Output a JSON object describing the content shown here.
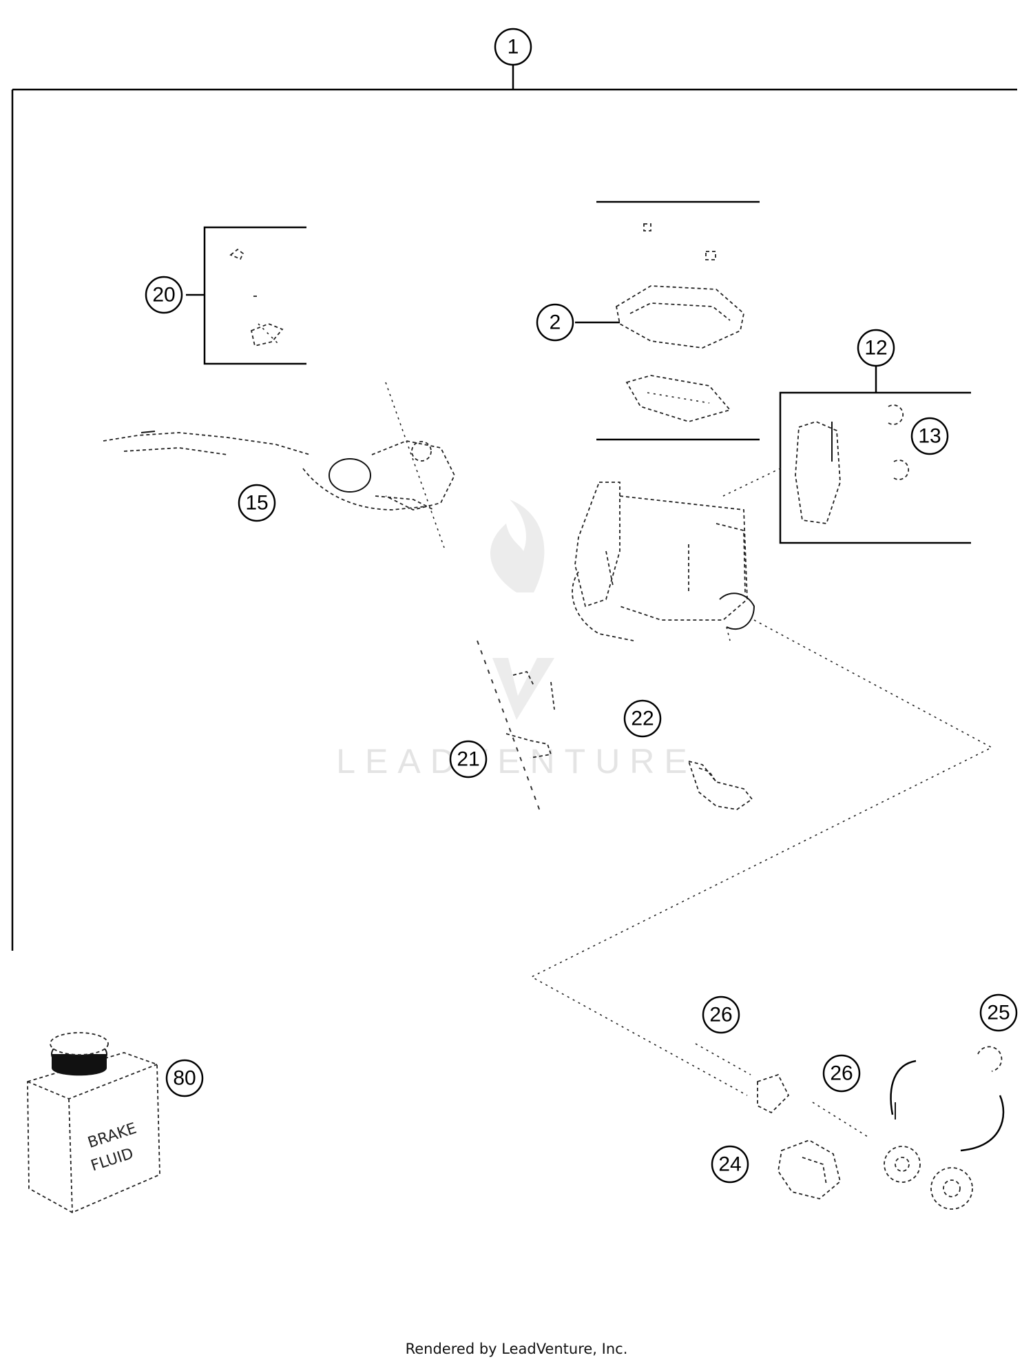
{
  "callouts": [
    {
      "id": "c1",
      "label": "1"
    },
    {
      "id": "c2",
      "label": "2"
    },
    {
      "id": "c12",
      "label": "12"
    },
    {
      "id": "c13",
      "label": "13"
    },
    {
      "id": "c15",
      "label": "15"
    },
    {
      "id": "c20",
      "label": "20"
    },
    {
      "id": "c21",
      "label": "21"
    },
    {
      "id": "c22",
      "label": "22"
    },
    {
      "id": "c24",
      "label": "24"
    },
    {
      "id": "c25",
      "label": "25"
    },
    {
      "id": "c26a",
      "label": "26"
    },
    {
      "id": "c26b",
      "label": "26"
    },
    {
      "id": "c80",
      "label": "80"
    }
  ],
  "fluid_container": {
    "line1": "BRAKE",
    "line2": "FLUID"
  },
  "watermark": {
    "text": "LEADVENTURE"
  },
  "footer": {
    "text": "Rendered by LeadVenture, Inc."
  }
}
